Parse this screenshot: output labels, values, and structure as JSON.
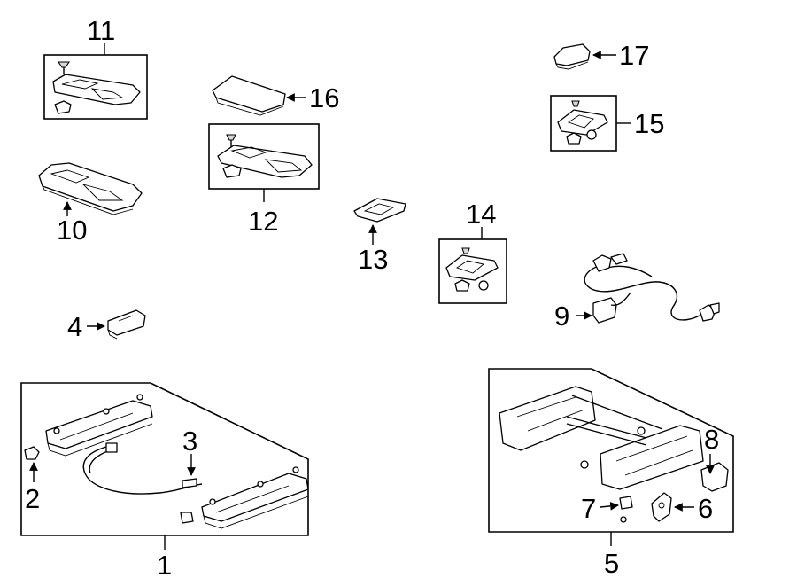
{
  "callouts": {
    "c1": "1",
    "c2": "2",
    "c3": "3",
    "c4": "4",
    "c5": "5",
    "c6": "6",
    "c7": "7",
    "c8": "8",
    "c9": "9",
    "c10": "10",
    "c11": "11",
    "c12": "12",
    "c13": "13",
    "c14": "14",
    "c15": "15",
    "c16": "16",
    "c17": "17"
  },
  "colors": {
    "line": "#000000",
    "background": "#ffffff",
    "shade": "#d8d8d8"
  }
}
